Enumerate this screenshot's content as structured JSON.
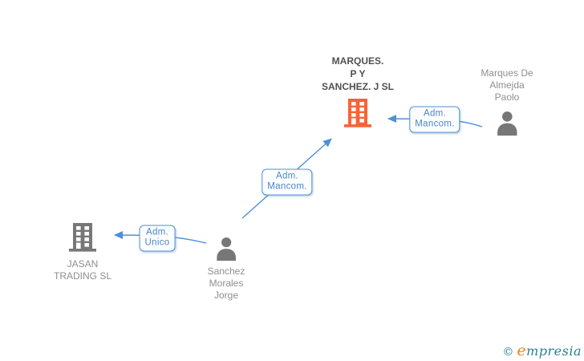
{
  "colors": {
    "accent_blue": "#4e90d9",
    "edge_label_text": "#4c86c8",
    "company_highlight": "#fa6236",
    "icon_gray": "#777777",
    "name_text_gray": "#8f8f8f",
    "title_text_dark": "#515151",
    "logo_teal": "#2a7f8f",
    "logo_orange": "#f08019"
  },
  "diagram": {
    "nodes": {
      "marques_company": {
        "icon": "building-icon",
        "highlighted": true,
        "lines": [
          "MARQUES.",
          "P Y",
          "SANCHEZ. J SL"
        ]
      },
      "marques_person": {
        "icon": "person-icon",
        "lines": [
          "Marques De",
          "Almejda",
          "Paolo"
        ]
      },
      "jasan_company": {
        "icon": "building-icon",
        "lines": [
          "JASAN",
          "TRADING SL"
        ]
      },
      "sanchez_person": {
        "icon": "person-icon",
        "lines": [
          "Sanchez",
          "Morales",
          "Jorge"
        ]
      }
    },
    "edges": [
      {
        "from": "marques_person",
        "to": "marques_company",
        "label_lines": [
          "Adm.",
          "Mancom."
        ]
      },
      {
        "from": "sanchez_person",
        "to": "marques_company",
        "label_lines": [
          "Adm.",
          "Mancom."
        ]
      },
      {
        "from": "sanchez_person",
        "to": "jasan_company",
        "label_lines": [
          "Adm.",
          "Unico"
        ]
      }
    ]
  },
  "footer": {
    "copyright_symbol": "©",
    "brand_initial": "e",
    "brand_rest": "mpresia"
  }
}
